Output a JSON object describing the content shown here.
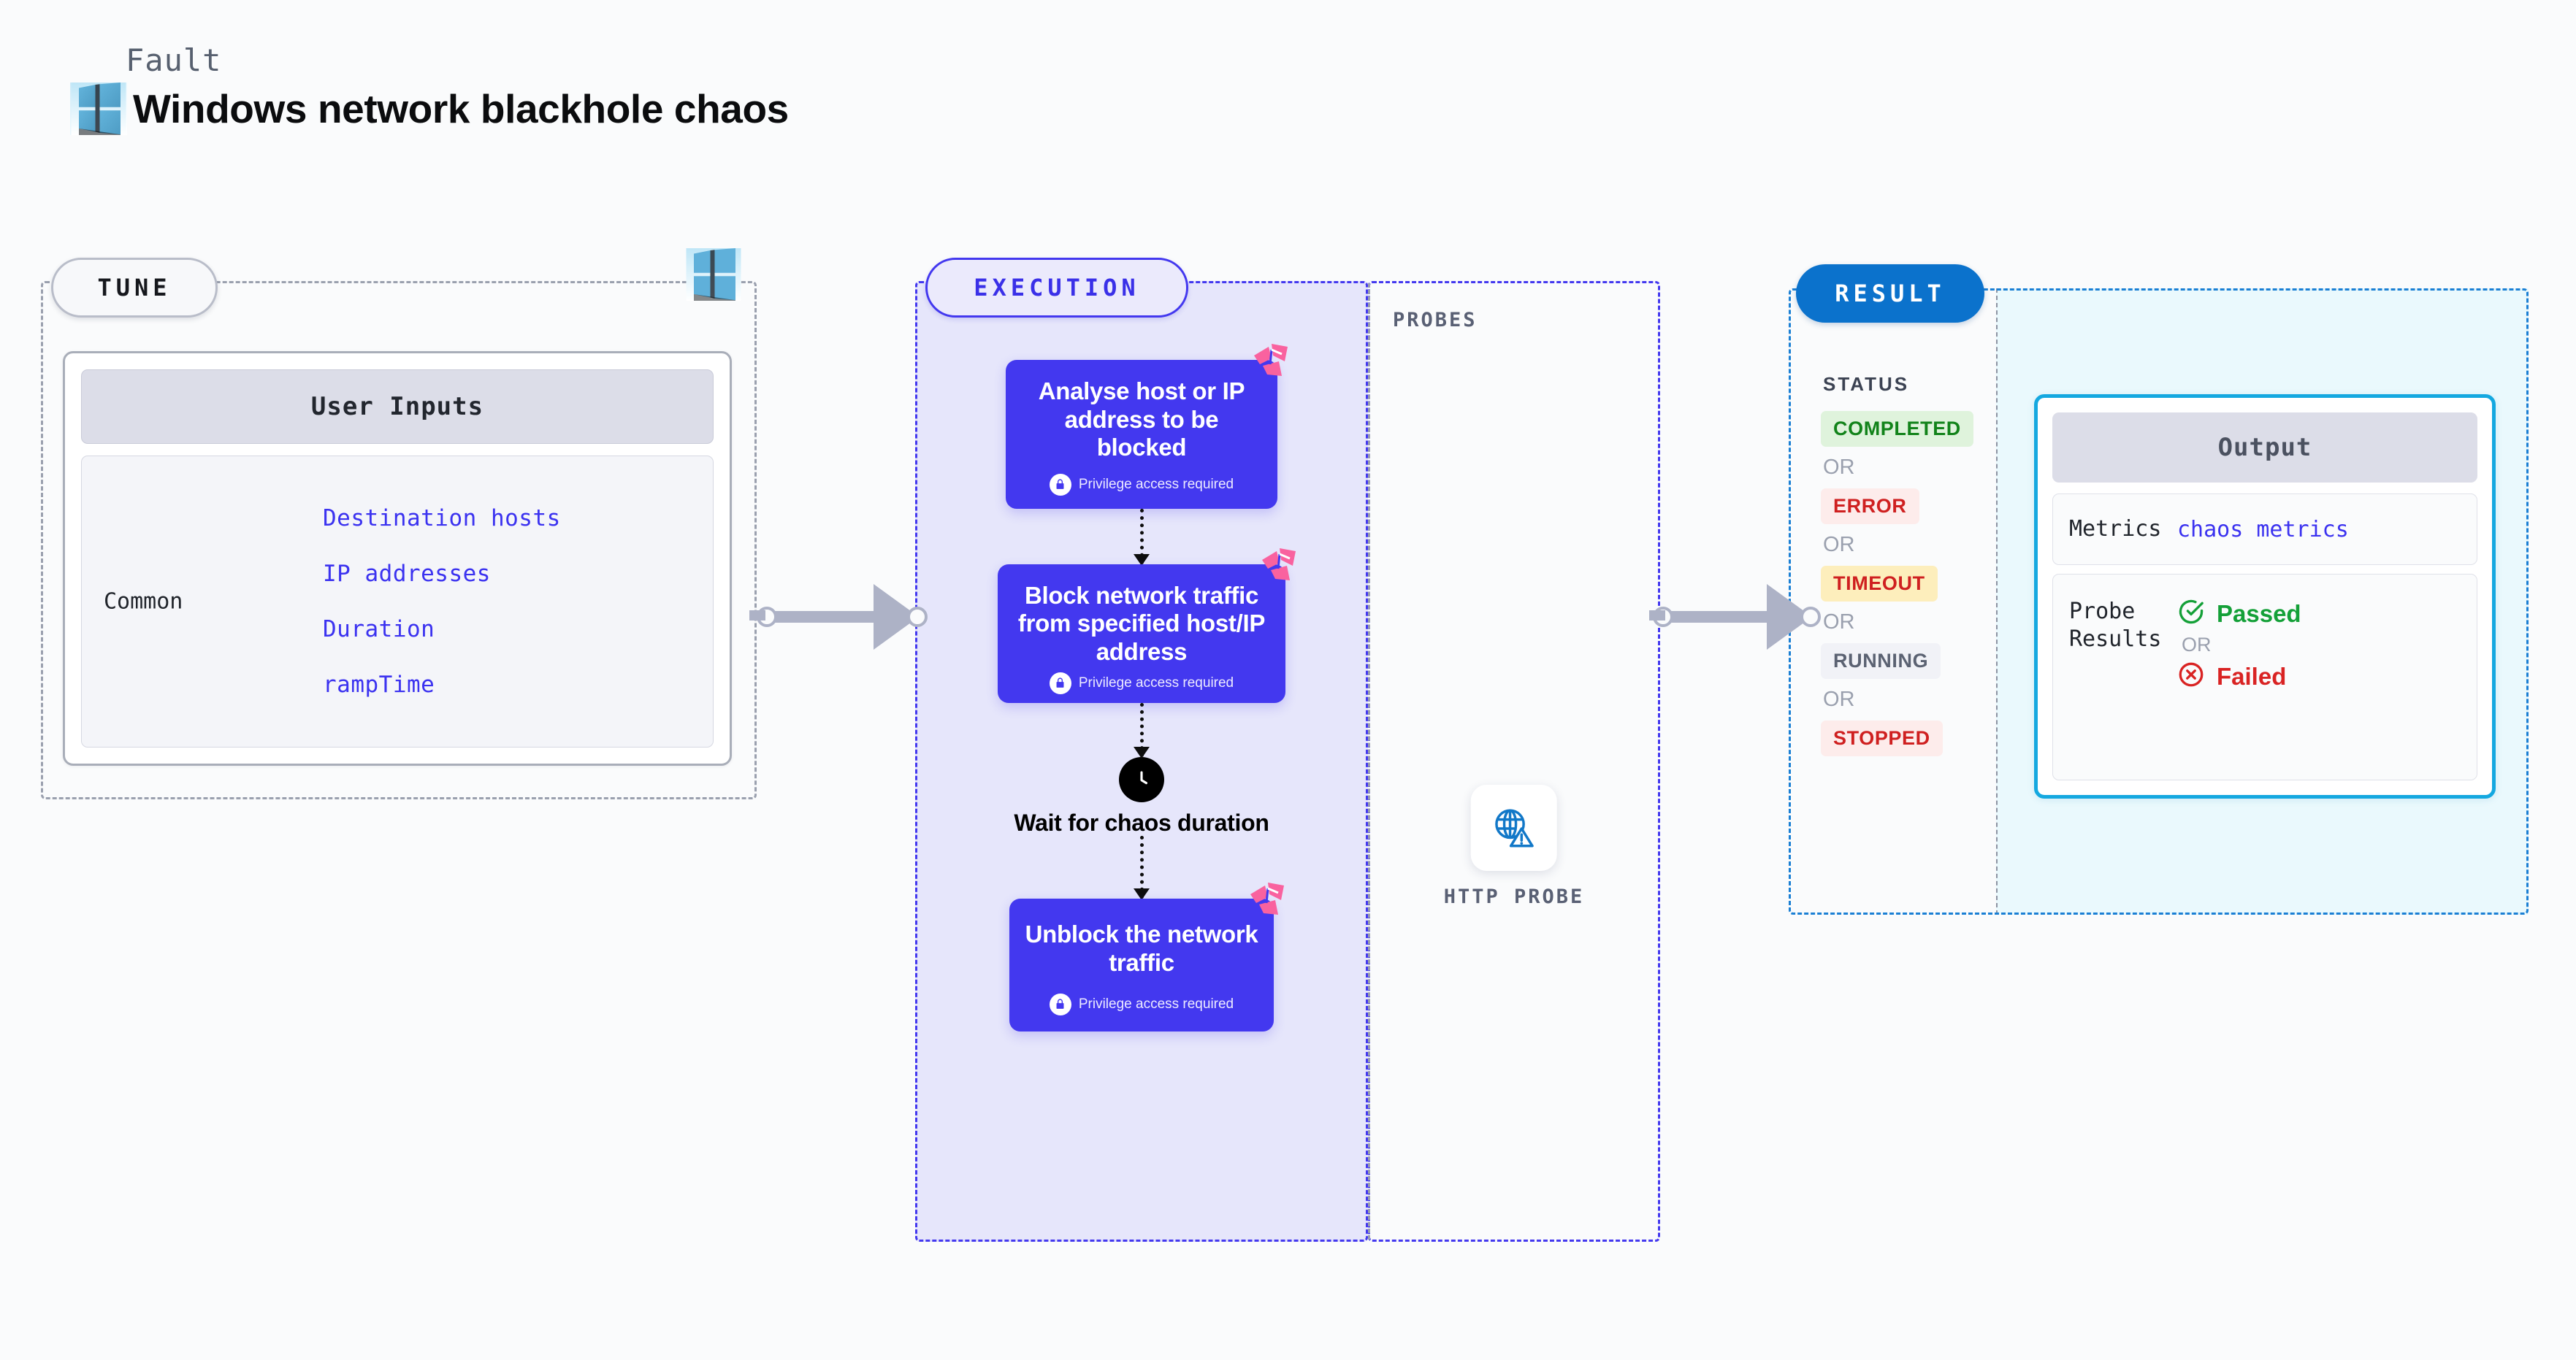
{
  "header": {
    "eyebrow": "Fault",
    "title": "Windows network blackhole chaos",
    "logo_icon": "windows-logo-icon"
  },
  "tune": {
    "pill_label": "TUNE",
    "badge_icon": "windows-logo-icon",
    "user_inputs": {
      "title": "User Inputs",
      "group_label": "Common",
      "params": [
        "Destination hosts",
        "IP addresses",
        "Duration",
        "rampTime"
      ]
    }
  },
  "execution": {
    "pill_label": "EXECUTION",
    "privilege_note": "Privilege access required",
    "nodes": [
      {
        "title": "Analyse host or IP address to be blocked",
        "privileged": true,
        "badge_icon": "litmus-chaos-icon"
      },
      {
        "title": "Block network traffic from specified host/IP address",
        "privileged": true,
        "badge_icon": "litmus-chaos-icon"
      }
    ],
    "wait_step": {
      "icon": "clock-icon",
      "label": "Wait for chaos duration"
    },
    "final_node": {
      "title": "Unblock the network traffic",
      "privileged": true,
      "badge_icon": "litmus-chaos-icon"
    }
  },
  "probes": {
    "section_label": "PROBES",
    "items": [
      {
        "name": "HTTP PROBE",
        "icon": "globe-warning-icon"
      }
    ]
  },
  "result": {
    "pill_label": "RESULT",
    "status_label": "STATUS",
    "or_text": "OR",
    "statuses": [
      {
        "label": "COMPLETED",
        "bg": "#dff3dc",
        "fg": "#12831a"
      },
      {
        "label": "ERROR",
        "bg": "#fdeceb",
        "fg": "#cf2020"
      },
      {
        "label": "TIMEOUT",
        "bg": "#fdeebc",
        "fg": "#cf2020"
      },
      {
        "label": "RUNNING",
        "bg": "#f1f2f7",
        "fg": "#5b6272"
      },
      {
        "label": "STOPPED",
        "bg": "#fdeceb",
        "fg": "#cf2020"
      }
    ],
    "output": {
      "title": "Output",
      "metrics_key": "Metrics",
      "metrics_value": "chaos metrics",
      "probe_results_key": "Probe Results",
      "passed_label": "Passed",
      "failed_label": "Failed",
      "or_text": "OR",
      "passed_icon": "check-circle-icon",
      "failed_icon": "x-circle-icon",
      "passed_color": "#14a038",
      "failed_color": "#d92323"
    }
  },
  "colors": {
    "primary": "#4338ef",
    "result_blue": "#0b72cc",
    "output_border": "#14a8e0",
    "accent_pink": "#f9629f",
    "connector_grey": "#adb2c6"
  }
}
